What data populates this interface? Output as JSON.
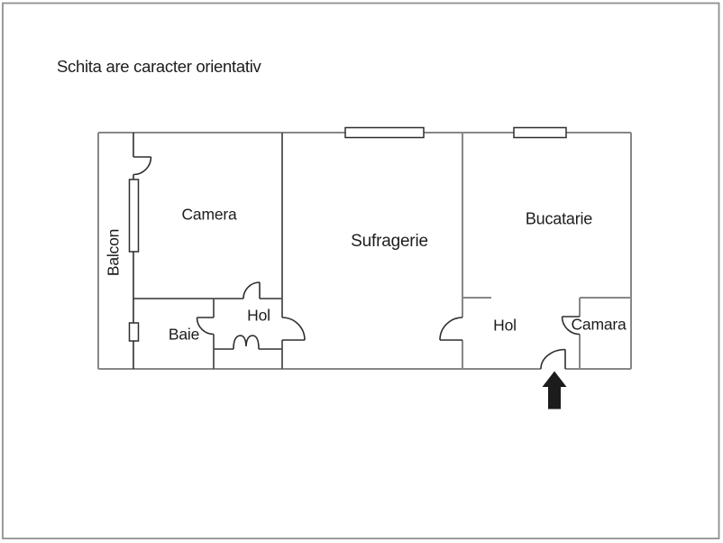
{
  "title": "Schita are caracter orientativ",
  "rooms": {
    "balcon": "Balcon",
    "camera": "Camera",
    "sufragerie": "Sufragerie",
    "bucatarie": "Bucatarie",
    "hol_left": "Hol",
    "baie": "Baie",
    "hol_right": "Hol",
    "camara": "Camara"
  },
  "colors": {
    "wall": "#878787",
    "midwall": "#4f4f4f",
    "detail": "#2e2e2e",
    "arrow": "#1c1c1c",
    "border": "#909090",
    "text": "#1d1d1d"
  }
}
